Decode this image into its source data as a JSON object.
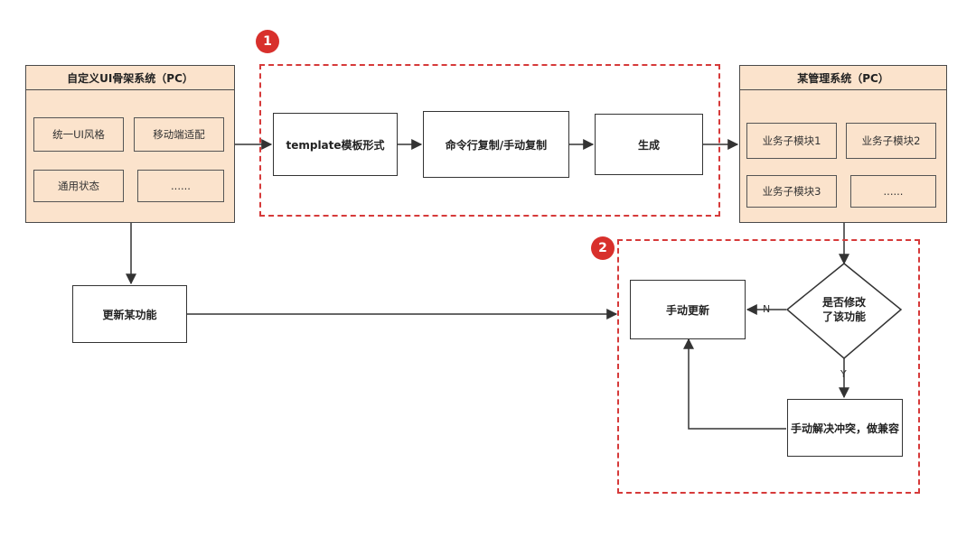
{
  "badges": {
    "one": "1",
    "two": "2"
  },
  "left_panel": {
    "title": "自定义UI骨架系统（PC）",
    "items": [
      "统一UI风格",
      "移动端适配",
      "通用状态",
      "......"
    ]
  },
  "flow": {
    "template": "template模板形式",
    "copy": "命令行复制/手动复制",
    "generate": "生成"
  },
  "right_panel": {
    "title": "某管理系统（PC）",
    "items": [
      "业务子模块1",
      "业务子模块2",
      "业务子模块3",
      "......"
    ]
  },
  "update_feature": "更新某功能",
  "manual_update": "手动更新",
  "decision": {
    "line1": "是否修改",
    "line2": "了该功能"
  },
  "resolve": "手动解决冲突，做兼容",
  "edge_labels": {
    "no": "N",
    "yes": "Y"
  },
  "colors": {
    "panel_fill": "#fbe3cc",
    "dashed_red": "#d63a3a",
    "badge_red": "#d8302c"
  }
}
